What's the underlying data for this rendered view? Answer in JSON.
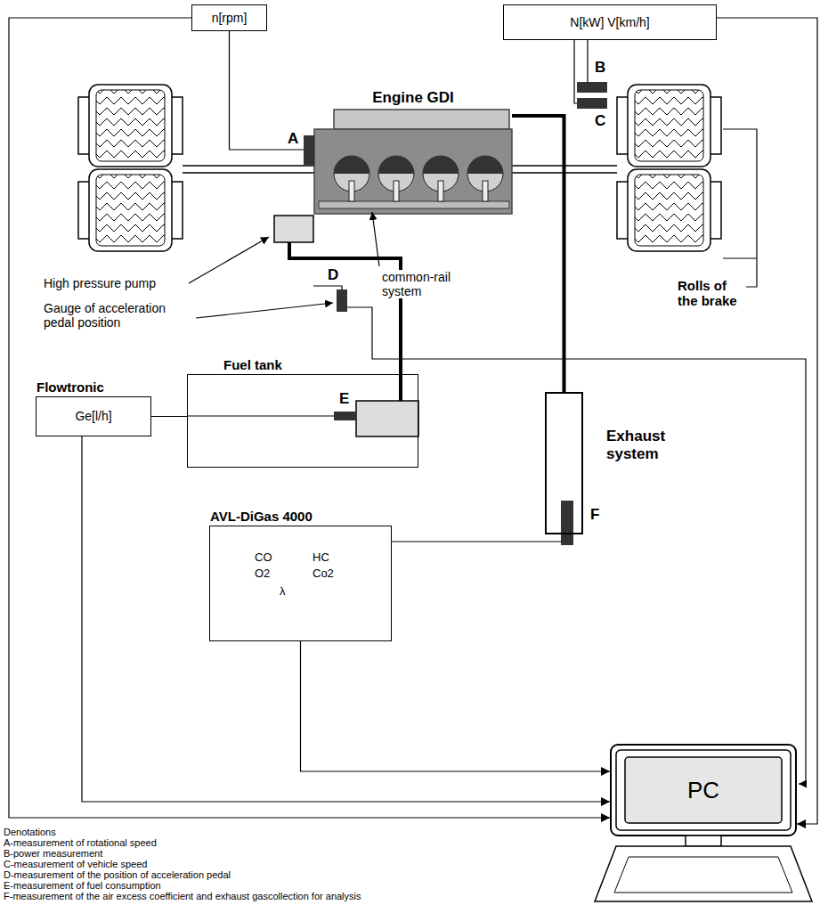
{
  "diagram": {
    "nodes": [
      {
        "text": [
          "n[rpm]"
        ]
      },
      {
        "text": [
          "N[kW] V[km/h]"
        ]
      },
      {
        "text": [
          "Engine GDI"
        ]
      },
      {
        "text": [
          "Fuel tank"
        ]
      },
      {
        "text": [
          "Flowtronic",
          "Ge[l/h]"
        ]
      },
      {
        "text": [
          "Exhaust system"
        ]
      },
      {
        "text": [
          "AVL-DiGas 4000",
          "CO",
          "HC",
          "O2",
          "Co2",
          "λ"
        ]
      },
      {
        "text": [
          "PC"
        ]
      }
    ],
    "edges": [
      {
        "from": 0,
        "to": 7,
        "arrow": "to"
      },
      {
        "from": 0,
        "to": 2,
        "arrow": "none"
      },
      {
        "from": 1,
        "to": 7,
        "arrow": "to"
      },
      {
        "from": 2,
        "to": 5,
        "arrow": "none"
      },
      {
        "from": 4,
        "to": 3,
        "arrow": "none"
      },
      {
        "from": 4,
        "to": 7,
        "arrow": "to"
      },
      {
        "from": 6,
        "to": 5,
        "arrow": "none"
      },
      {
        "from": 6,
        "to": 7,
        "arrow": "to"
      }
    ],
    "labels": [
      "A",
      "B",
      "C",
      "D",
      "E",
      "F",
      "High pressure pump",
      "common-rail system",
      "Gauge of acceleration pedal position",
      "Rolls of the brake",
      "Denotations",
      "A-measurement of rotational speed",
      "B-power measurement",
      "C-measurement of vehicle speed",
      "D-measurement of the position of acceleration pedal",
      "E-measurement of fuel consumption",
      "F-measurement of the air excess coefficient and exhaust gascollection for analysis"
    ]
  }
}
